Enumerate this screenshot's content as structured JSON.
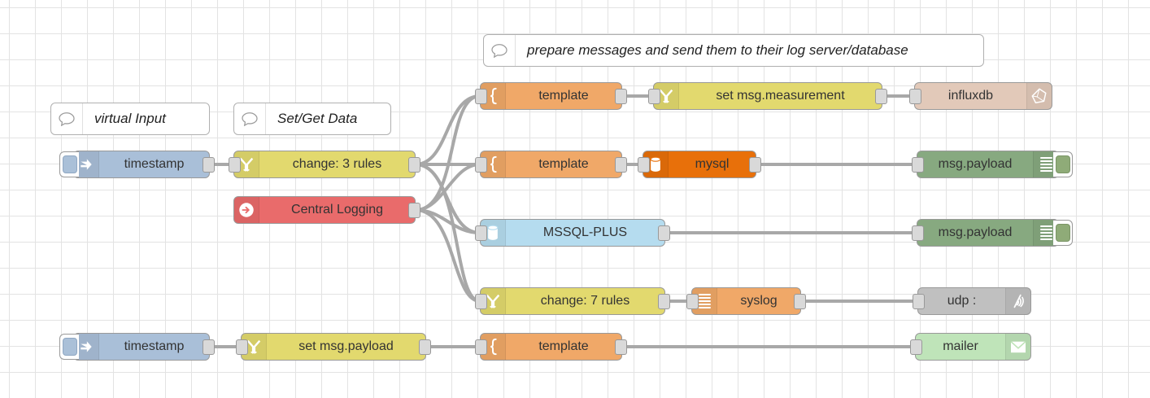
{
  "canvas": {
    "grid_size": 32,
    "background": "#ffffff",
    "grid_color": "#e3e3e3",
    "wire_color": "#a8a8a8"
  },
  "comments": [
    {
      "id": "c1",
      "text": "prepare messages and send them to their log server/database",
      "icon": "comment-bubble-icon"
    },
    {
      "id": "c2",
      "text": "virtual Input",
      "icon": "comment-bubble-icon"
    },
    {
      "id": "c3",
      "text": "Set/Get Data",
      "icon": "comment-bubble-icon"
    }
  ],
  "nodes": [
    {
      "id": "inject1",
      "label": "timestamp",
      "type": "inject",
      "icon": "inject-arrow-icon",
      "color": "#a9bfd8"
    },
    {
      "id": "change1",
      "label": "change: 3 rules",
      "type": "change",
      "icon": "swap-arrows-icon",
      "color": "#e2d96e"
    },
    {
      "id": "link1",
      "label": "Central Logging",
      "type": "link-in",
      "icon": "link-arrow-icon",
      "color": "#e96b6b"
    },
    {
      "id": "tmpl1",
      "label": "template",
      "type": "template",
      "icon": "brace-icon",
      "color": "#f0a868"
    },
    {
      "id": "setmeas",
      "label": "set msg.measurement",
      "type": "change",
      "icon": "swap-arrows-icon",
      "color": "#e2d96e"
    },
    {
      "id": "influx",
      "label": "influxdb",
      "type": "influxdb",
      "icon": "influxdb-icon",
      "color": "#e2c9b9"
    },
    {
      "id": "tmpl2",
      "label": "template",
      "type": "template",
      "icon": "brace-icon",
      "color": "#f0a868"
    },
    {
      "id": "mysql",
      "label": "mysql",
      "type": "mysql",
      "icon": "database-icon",
      "color": "#e8700a"
    },
    {
      "id": "debug1",
      "label": "msg.payload",
      "type": "debug",
      "icon": "list-icon",
      "color": "#87a980"
    },
    {
      "id": "mssql",
      "label": "MSSQL-PLUS",
      "type": "mssql",
      "icon": "database-icon",
      "color": "#b5dcef"
    },
    {
      "id": "debug2",
      "label": "msg.payload",
      "type": "debug",
      "icon": "list-icon",
      "color": "#87a980"
    },
    {
      "id": "change7",
      "label": "change: 7 rules",
      "type": "change",
      "icon": "swap-arrows-icon",
      "color": "#e2d96e"
    },
    {
      "id": "syslog",
      "label": "syslog",
      "type": "syslog",
      "icon": "list-icon",
      "color": "#f0a868"
    },
    {
      "id": "udp",
      "label": "udp :",
      "type": "udp",
      "icon": "broadcast-icon",
      "color": "#c0c0c0"
    },
    {
      "id": "inject2",
      "label": "timestamp",
      "type": "inject",
      "icon": "inject-arrow-icon",
      "color": "#a9bfd8"
    },
    {
      "id": "setpay",
      "label": "set msg.payload",
      "type": "change",
      "icon": "swap-arrows-icon",
      "color": "#e2d96e"
    },
    {
      "id": "tmpl3",
      "label": "template",
      "type": "template",
      "icon": "brace-icon",
      "color": "#f0a868"
    },
    {
      "id": "mailer",
      "label": "mailer",
      "type": "mailer",
      "icon": "envelope-icon",
      "color": "#bfe4b9"
    }
  ]
}
